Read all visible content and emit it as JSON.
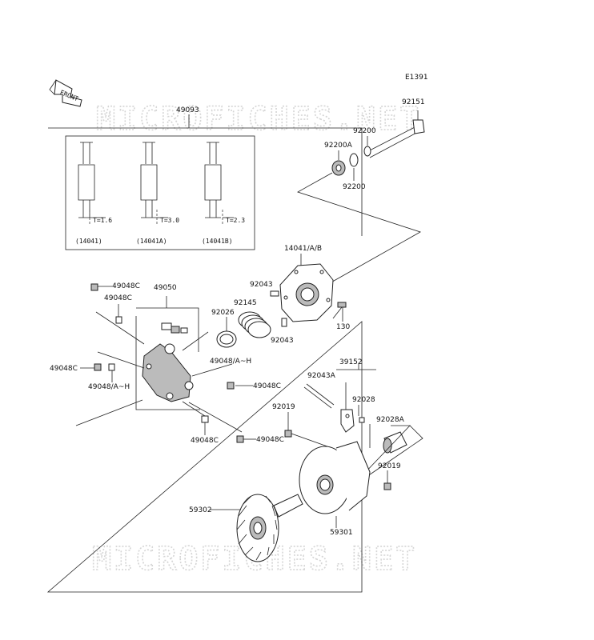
{
  "diagram_code": "E1391",
  "front_label": "FRONT",
  "watermark": "MICROFICHES.NET",
  "inset": {
    "variants": [
      {
        "thickness": "T=1.6",
        "part": "(14041)"
      },
      {
        "thickness": "T=3.0",
        "part": "(14041A)"
      },
      {
        "thickness": "T=2.3",
        "part": "(14041B)"
      }
    ]
  },
  "labels": {
    "p49093": "49093",
    "p92151": "92151",
    "p92200_top": "92200",
    "p92200A": "92200A",
    "p92200_bot": "92200",
    "p14041AB": "14041/A/B",
    "p49048C_1": "49048C",
    "p49050": "49050",
    "p92043_1": "92043",
    "p49048C_2": "49048C",
    "p92145": "92145",
    "p92026": "92026",
    "p130": "130",
    "p92043_2": "92043",
    "p49048AH_1": "49048/A~H",
    "p49048C_3": "49048C",
    "p39152": "39152",
    "p49048C_4": "49048C",
    "p49048AH_2": "49048/A~H",
    "p92043A": "92043A",
    "p92028": "92028",
    "p92019_1": "92019",
    "p92028A": "92028A",
    "p49048C_5": "49048C",
    "p49048C_6": "49048C",
    "p92019_2": "92019",
    "p59302": "59302",
    "p59301": "59301"
  }
}
